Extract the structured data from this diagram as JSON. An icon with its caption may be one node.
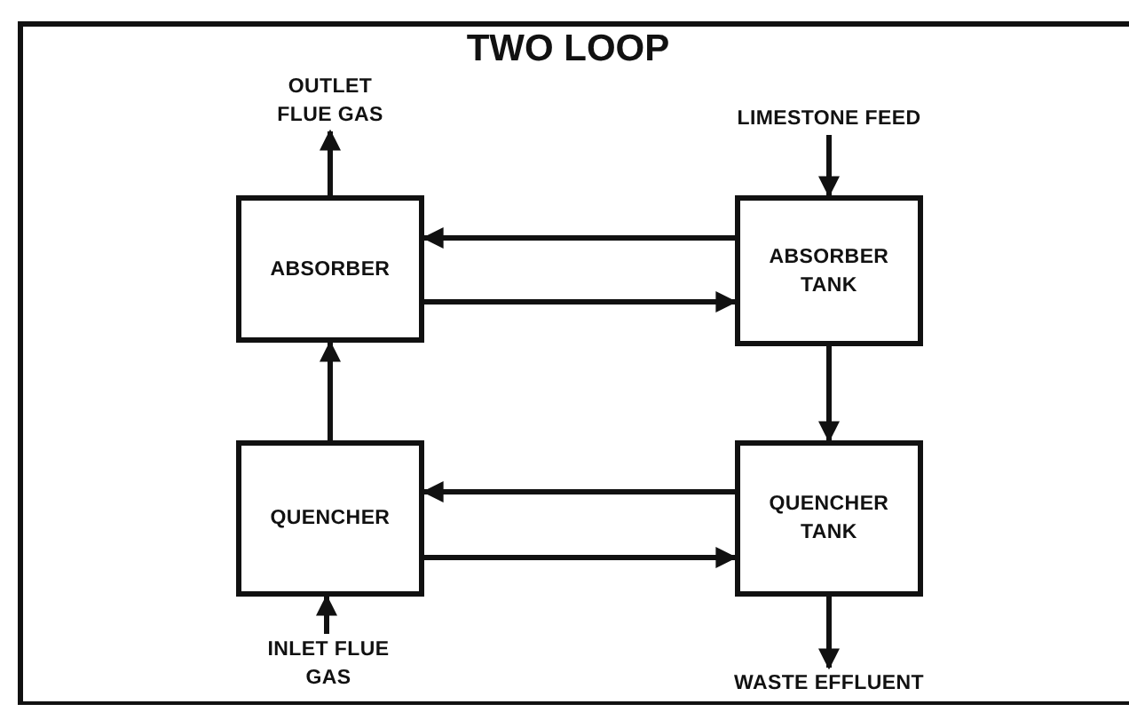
{
  "diagram": {
    "title": "TWO LOOP",
    "nodes": [
      {
        "text": [
          "OUTLET FLUE GAS"
        ]
      },
      {
        "text": [
          "LIMESTONE FEED"
        ]
      },
      {
        "text": [
          "ABSORBER"
        ]
      },
      {
        "text": [
          "ABSORBER TANK"
        ]
      },
      {
        "text": [
          "QUENCHER"
        ]
      },
      {
        "text": [
          "QUENCHER TANK"
        ]
      },
      {
        "text": [
          "INLET FLUE GAS"
        ]
      },
      {
        "text": [
          "WASTE EFFLUENT"
        ]
      }
    ],
    "edges": [
      {
        "from": 2,
        "to": 0,
        "arrow": "to"
      },
      {
        "from": 1,
        "to": 3,
        "arrow": "to"
      },
      {
        "from": 3,
        "to": 2,
        "arrow": "to"
      },
      {
        "from": 2,
        "to": 3,
        "arrow": "to"
      },
      {
        "from": 4,
        "to": 2,
        "arrow": "to"
      },
      {
        "from": 3,
        "to": 5,
        "arrow": "to"
      },
      {
        "from": 5,
        "to": 4,
        "arrow": "to"
      },
      {
        "from": 4,
        "to": 5,
        "arrow": "to"
      },
      {
        "from": 6,
        "to": 4,
        "arrow": "to"
      },
      {
        "from": 5,
        "to": 7,
        "arrow": "to"
      }
    ]
  }
}
